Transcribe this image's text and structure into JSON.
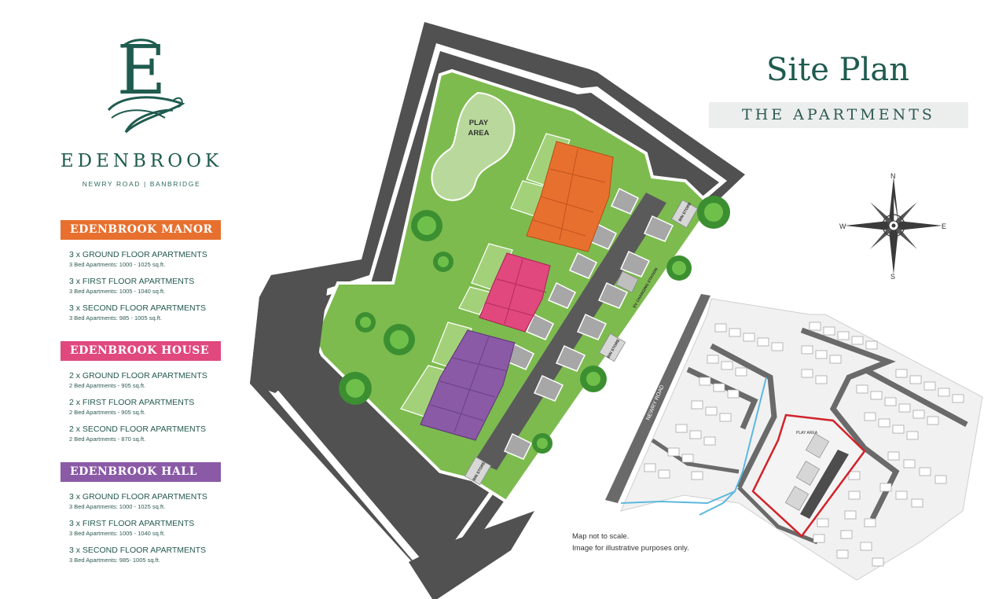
{
  "brand": {
    "initial": "E",
    "name": "EDENBROOK",
    "location": "NEWRY ROAD  |  BANBRIDGE"
  },
  "title": "Site Plan",
  "subtitle": "THE APARTMENTS",
  "colors": {
    "brand_green": "#1f5b4f",
    "manor": "#e8702f",
    "house": "#e0487e",
    "hall": "#8a5aa6",
    "grass": "#7dbb4f",
    "road": "#535353",
    "boundary": "#d2232a"
  },
  "legend": [
    {
      "name": "EDENBROOK MANOR",
      "color": "#e8702f",
      "items": [
        {
          "count": "3 x GROUND FLOOR APARTMENTS",
          "detail": "3 Bed Apartments: 1000 - 1025 sq.ft."
        },
        {
          "count": "3 x FIRST FLOOR APARTMENTS",
          "detail": "3 Bed Apartments: 1005 - 1040 sq.ft."
        },
        {
          "count": "3 x SECOND FLOOR APARTMENTS",
          "detail": "3 Bed Apartments: 985 - 1005 sq.ft."
        }
      ]
    },
    {
      "name": "EDENBROOK HOUSE",
      "color": "#e0487e",
      "items": [
        {
          "count": "2 x GROUND FLOOR APARTMENTS",
          "detail": "2 Bed Apartments - 905 sq.ft."
        },
        {
          "count": "2 x FIRST FLOOR APARTMENTS",
          "detail": "2 Bed Apartments - 905 sq.ft."
        },
        {
          "count": "2 x SECOND FLOOR APARTMENTS",
          "detail": "2 Bed Apartments - 870 sq.ft."
        }
      ]
    },
    {
      "name": "EDENBROOK HALL",
      "color": "#8a5aa6",
      "items": [
        {
          "count": "3 x GROUND FLOOR APARTMENTS",
          "detail": "3 Bed Apartments: 1000 - 1025 sq.ft."
        },
        {
          "count": "3 x FIRST FLOOR APARTMENTS",
          "detail": "3 Bed Apartments: 1005 - 1040 sq.ft."
        },
        {
          "count": "3 x SECOND FLOOR APARTMENTS",
          "detail": "3 Bed Apartments: 985- 1005 sq.ft."
        }
      ]
    }
  ],
  "map_labels": {
    "play_area_line1": "PLAY",
    "play_area_line2": "AREA",
    "bin_store": "BIN STORE",
    "ev_charging": "EV CHARGING STATION",
    "newry_road": "NEWRY ROAD",
    "inset_play_area": "PLAY AREA"
  },
  "compass": {
    "n": "N",
    "e": "E",
    "s": "S",
    "w": "W"
  },
  "notes": [
    "Map not to scale.",
    "Image for illustrative purposes only."
  ]
}
